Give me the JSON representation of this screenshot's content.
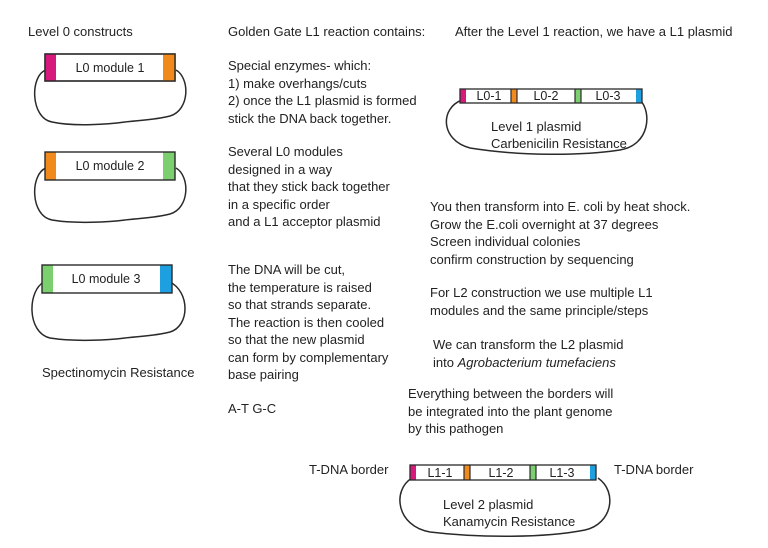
{
  "columns": {
    "left_header": "Level 0 constructs",
    "middle_header": "Golden Gate L1 reaction contains:",
    "right_header": "After the Level 1 reaction, we have a L1 plasmid"
  },
  "level0": {
    "module1": "L0 module 1",
    "module2": "L0 module 2",
    "module3": "L0 module 3",
    "resistance": "Spectinomycin Resistance"
  },
  "reaction_text": {
    "enzymes": [
      "Special enzymes- which:",
      "1) make overhangs/cuts",
      "2) once the L1 plasmid is formed",
      "stick the DNA back together."
    ],
    "modules": [
      "Several L0 modules",
      "designed in a way",
      "that they stick back together",
      "in a specific order",
      "and a L1 acceptor plasmid"
    ],
    "process": [
      "The DNA will be cut,",
      "the temperature is raised",
      "so that strands separate.",
      "The reaction is then cooled",
      "so that the new plasmid",
      "can form by complementary",
      "base pairing"
    ],
    "pairs": "A-T G-C"
  },
  "level1": {
    "segments": [
      "L0-1",
      "L0-2",
      "L0-3"
    ],
    "name": "Level 1 plasmid",
    "resistance": "Carbenicilin Resistance"
  },
  "steps": {
    "transform": [
      "You then transform into E. coli by heat shock.",
      "Grow the E.coli overnight at 37 degrees",
      "Screen individual colonies",
      "confirm construction by sequencing"
    ],
    "l2": [
      "For L2 construction we use multiple L1",
      "modules and the same principle/steps"
    ],
    "agro_line1": "We can transform the L2 plasmid",
    "agro_line2_prefix": "into ",
    "agro_line2_italic": "Agrobacterium tumefaciens",
    "borders": [
      "Everything between the borders will",
      "be integrated into the plant genome",
      "by this pathogen"
    ]
  },
  "level2": {
    "segments": [
      "L1-1",
      "L1-2",
      "L1-3"
    ],
    "border_left": "T-DNA border",
    "border_right": "T-DNA border",
    "name": "Level 2 plasmid",
    "resistance": "Kanamycin Resistance"
  },
  "colors": {
    "magenta": "#d6197a",
    "orange": "#f08a1c",
    "green": "#7ccf6e",
    "blue": "#1e9fe0",
    "outline": "#2a2a2a"
  }
}
